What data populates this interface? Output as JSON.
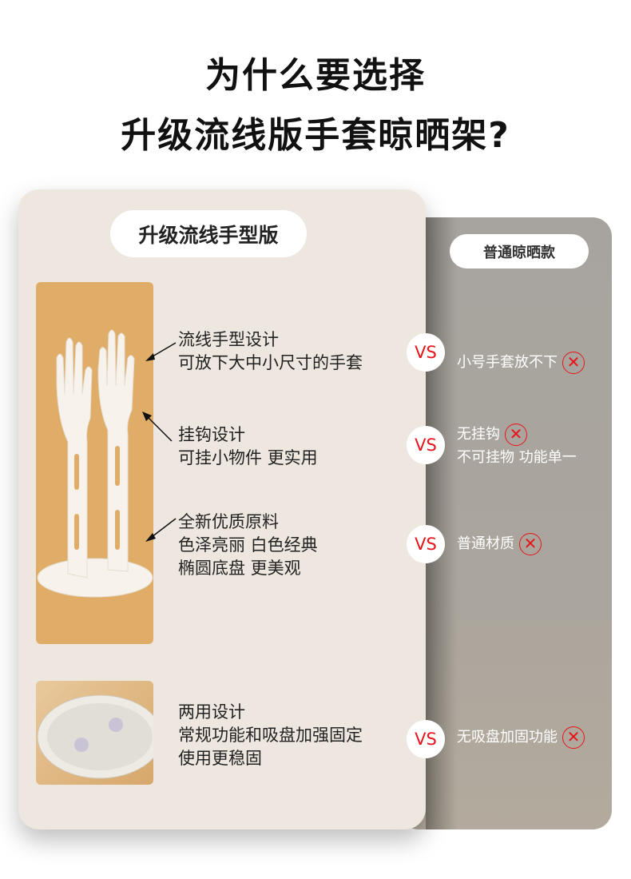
{
  "title": {
    "line1": "为什么要选择",
    "line2": "升级流线版手套晾晒架?"
  },
  "left": {
    "badge": "升级流线手型版",
    "features": [
      {
        "lines": [
          "流线手型设计",
          "可放下大中小尺寸的手套"
        ]
      },
      {
        "lines": [
          "挂钩设计",
          "可挂小物件 更实用"
        ]
      },
      {
        "lines": [
          "全新优质原料",
          "色泽亮丽 白色经典",
          "椭圆底盘 更美观"
        ]
      },
      {
        "lines": [
          "两用设计",
          "常规功能和吸盘加强固定",
          "使用更稳固"
        ]
      }
    ]
  },
  "vs_label": "VS",
  "right": {
    "badge": "普通晾晒款",
    "cons": [
      {
        "lines": [
          "小号手套放不下"
        ]
      },
      {
        "lines": [
          "无挂钩",
          "不可挂物 功能单一"
        ]
      },
      {
        "lines": [
          "普通材质"
        ]
      },
      {
        "lines": [
          "无吸盘加固功能"
        ]
      }
    ],
    "x_glyph": "✕"
  },
  "colors": {
    "accent_red": "#e8141b",
    "photo_bg": "#dfad68",
    "card_bg": "#ede7df"
  }
}
